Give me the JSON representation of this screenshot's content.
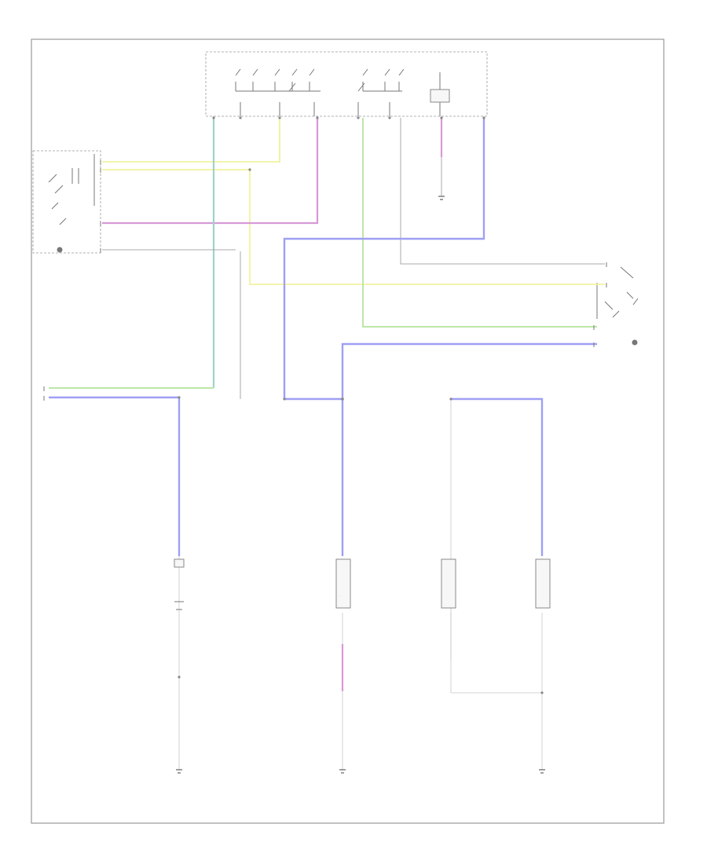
{
  "diagram": {
    "page_marker": "",
    "components": [
      {
        "id": "center-panel-switch",
        "label": ""
      },
      {
        "id": "left-seat-switch",
        "label": ""
      },
      {
        "id": "right-seat-switch",
        "label": ""
      },
      {
        "id": "driver-door-switch",
        "label": ""
      },
      {
        "id": "center-lamp",
        "label": ""
      },
      {
        "id": "passenger-door-switch",
        "label": ""
      },
      {
        "id": "right-door-switch",
        "label": ""
      }
    ],
    "grounds": [
      {
        "id": "ground-1",
        "label": ""
      },
      {
        "id": "ground-2",
        "label": ""
      },
      {
        "id": "ground-3",
        "label": ""
      },
      {
        "id": "ground-4",
        "label": ""
      }
    ],
    "wire_labels": []
  }
}
